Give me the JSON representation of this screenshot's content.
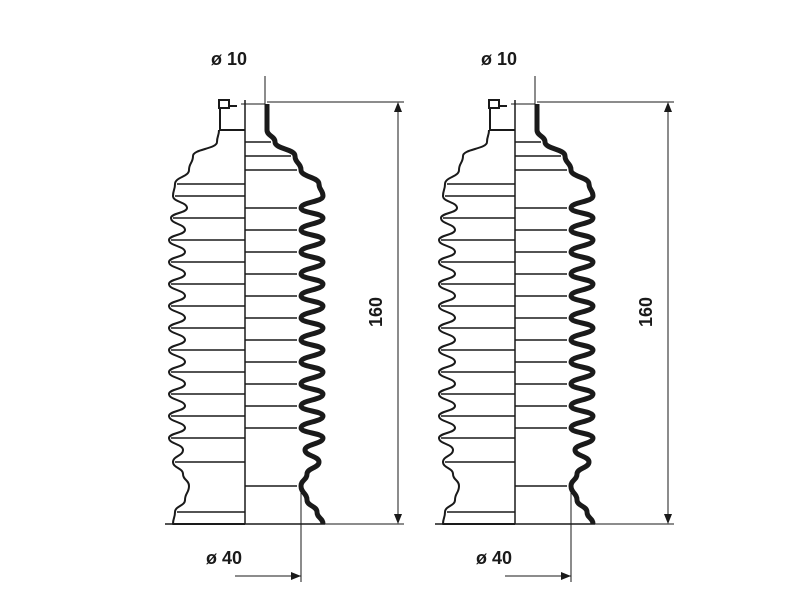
{
  "drawing": {
    "parts": [
      {
        "top_diameter": "ø 10",
        "bottom_diameter": "ø 40",
        "height": "160"
      },
      {
        "top_diameter": "ø 10",
        "bottom_diameter": "ø 40",
        "height": "160"
      }
    ],
    "colors": {
      "line": "#1a1a1a",
      "background": "#ffffff"
    }
  }
}
